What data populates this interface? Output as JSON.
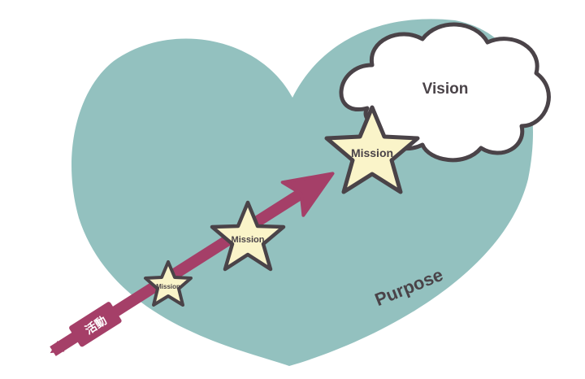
{
  "diagram": {
    "heart_label": "Purpose",
    "cloud_label": "Vision",
    "arrow_label": "活動",
    "stars": [
      {
        "label": "Mission"
      },
      {
        "label": "Mission"
      },
      {
        "label": "Mission"
      }
    ]
  },
  "colors": {
    "heart_fill": "#93c1bf",
    "arrow": "#a53f68",
    "star_fill": "#faf4c9",
    "outline": "#4a4348",
    "text": "#4a4348",
    "cloud_fill": "#ffffff",
    "arrow_text": "#ffffff"
  }
}
